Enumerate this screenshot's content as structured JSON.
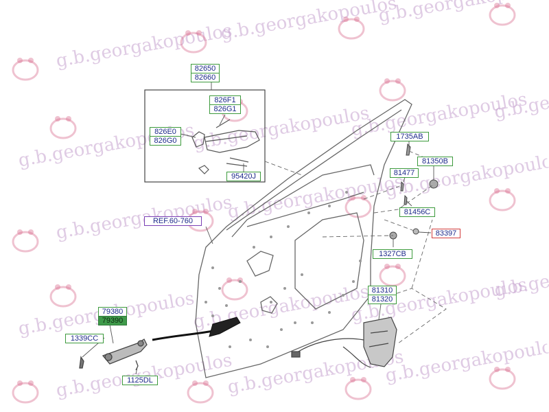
{
  "watermark": {
    "text": "g.b.georgakopoulos"
  },
  "labels": {
    "l82650": "82650",
    "l82660": "82660",
    "l826F1": "826F1",
    "l826G1": "826G1",
    "l826E0": "826E0",
    "l826G0": "826G0",
    "l95420J": "95420J",
    "l1735AB": "1735AB",
    "l81477": "81477",
    "l81350B": "81350B",
    "l81456C": "81456C",
    "l83397": "83397",
    "l1327CB": "1327CB",
    "lRef": "REF.60-760",
    "l81310": "81310",
    "l81320": "81320",
    "l79380": "79380",
    "l79390": "79390",
    "l1339CC": "1339CC",
    "l1125DL": "1125DL"
  },
  "colors": {
    "label_border": "#3c9a3c",
    "label_text": "#1d2a8a",
    "label_highlight_red": "#d23c3c",
    "label_ref_purple": "#7a3fb5",
    "label_filled_green": "#3f9a4a",
    "watermark": "#c4a0cd",
    "line": "#555555"
  }
}
